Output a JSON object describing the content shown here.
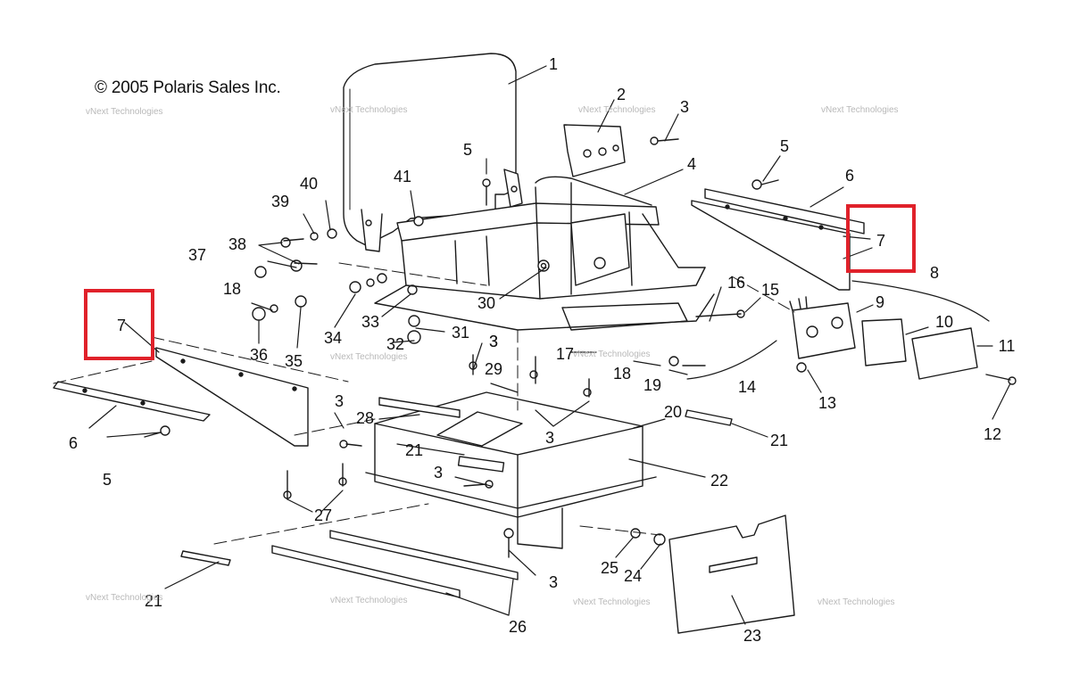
{
  "copyright": "© 2005 Polaris Sales Inc.",
  "watermark": "vNext Technologies",
  "highlight_color": "#e0212a",
  "callouts": [
    "1",
    "2",
    "3",
    "3",
    "3",
    "3",
    "3",
    "3",
    "3",
    "4",
    "5",
    "5",
    "5",
    "6",
    "6",
    "7",
    "7",
    "8",
    "9",
    "10",
    "11",
    "12",
    "13",
    "14",
    "15",
    "16",
    "17",
    "18",
    "18",
    "19",
    "20",
    "21",
    "21",
    "21",
    "22",
    "23",
    "24",
    "25",
    "26",
    "27",
    "28",
    "29",
    "30",
    "31",
    "32",
    "33",
    "34",
    "35",
    "36",
    "37",
    "38",
    "39",
    "40",
    "41"
  ]
}
